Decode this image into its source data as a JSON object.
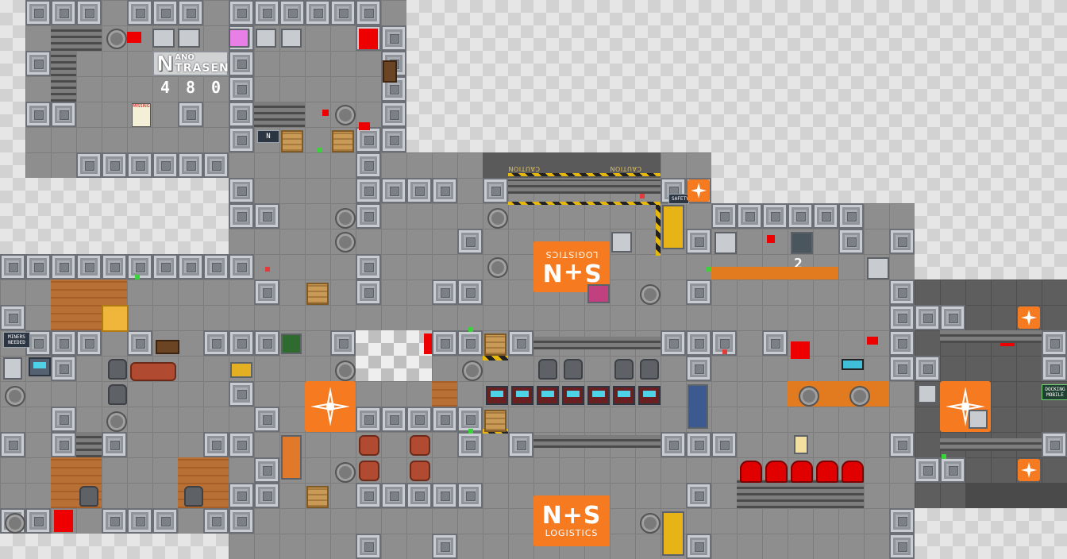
{
  "scene": {
    "signs": {
      "logistics_top": "LOGISTICS",
      "logistics_top_letters": "S+N",
      "logistics_bottom": "LOGISTICS",
      "logistics_bottom_letters": "N+S",
      "caution_left": "CAUTION",
      "caution_right": "CAUTION",
      "miners_needed": "MINERS NEEDED",
      "docking_mobile": "DOCKING MOBILE",
      "safety": "SAFETY",
      "missing": "MISSING",
      "nt_short": "N"
    },
    "nanotrasen_logo": {
      "letter": "N",
      "word_top": "ANO",
      "word_bottom": "TRASEN"
    },
    "floor_counter": [
      "4",
      "8",
      "0"
    ],
    "room_number": "2",
    "colors": {
      "space": "#e6e6e6",
      "floor": "#8e8e8e",
      "wall": "#a9adb2",
      "logistics_pad": "#f57a20",
      "blood": "#ee0000",
      "wood": "#b97034"
    }
  }
}
